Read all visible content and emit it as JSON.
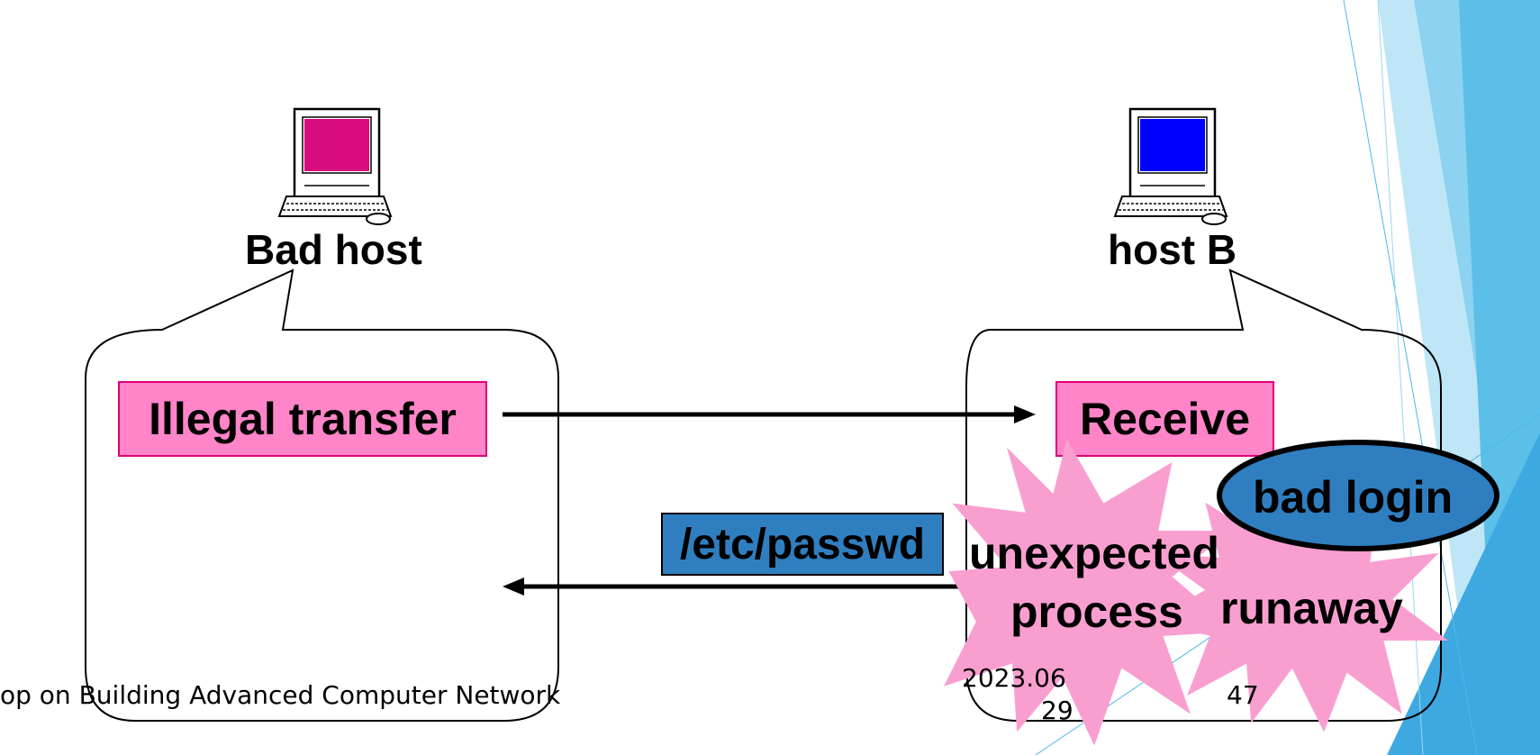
{
  "hosts": {
    "bad_host": {
      "label": "Bad host",
      "screen_color": "#D80C7E"
    },
    "host_b": {
      "label": "host B",
      "screen_color": "#0000FF"
    }
  },
  "bad_host_actions": {
    "illegal_transfer": "Illegal transfer"
  },
  "host_b_actions": {
    "receive": "Receive"
  },
  "transfer": {
    "file_label": "/etc/passwd"
  },
  "incidents": {
    "bad_login": "bad login",
    "unexpected_line1": "unexpected",
    "unexpected_line2": "process",
    "runaway": "runaway"
  },
  "footer": {
    "workshop": "op on Building Advanced Computer Network",
    "date_line1": "2023.06",
    "date_line2": "29",
    "page": "47"
  },
  "colors": {
    "pink_box": "#FF85C8",
    "pink_box_border": "#E0007A",
    "blue_box": "#2F7FC0",
    "burst_pink": "#F99FD0",
    "accent_blue": "#4DB8E6"
  }
}
